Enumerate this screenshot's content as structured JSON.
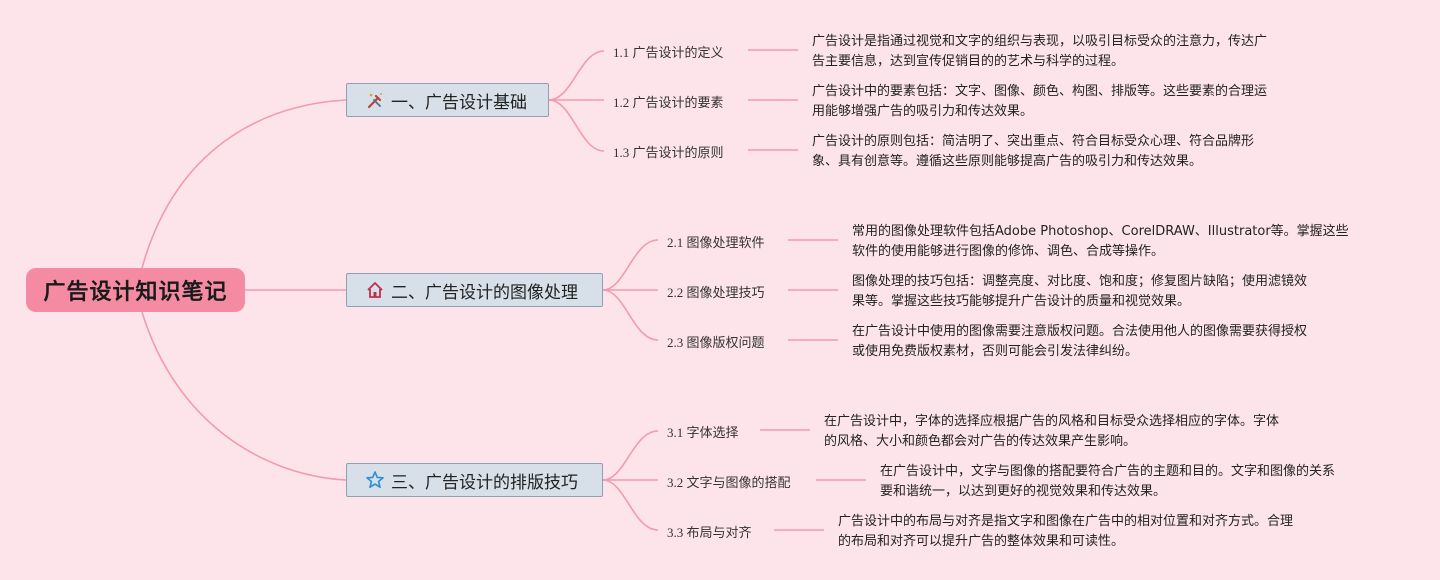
{
  "root": {
    "title": "广告设计知识笔记"
  },
  "branches": [
    {
      "title": "一、广告设计基础",
      "icon": "tools-icon",
      "subs": [
        {
          "label": "1.1 广告设计的定义",
          "desc": [
            "广告设计是指通过视觉和文字的组织与表现，以吸引目标受众的注意力，传达广",
            "告主要信息，达到宣传促销目的的艺术与科学的过程。"
          ]
        },
        {
          "label": "1.2 广告设计的要素",
          "desc": [
            "广告设计中的要素包括：文字、图像、颜色、构图、排版等。这些要素的合理运",
            "用能够增强广告的吸引力和传达效果。"
          ]
        },
        {
          "label": "1.3 广告设计的原则",
          "desc": [
            "广告设计的原则包括：简洁明了、突出重点、符合目标受众心理、符合品牌形",
            "象、具有创意等。遵循这些原则能够提高广告的吸引力和传达效果。"
          ]
        }
      ]
    },
    {
      "title": "二、广告设计的图像处理",
      "icon": "home-icon",
      "subs": [
        {
          "label": "2.1 图像处理软件",
          "desc": [
            "常用的图像处理软件包括Adobe Photoshop、CorelDRAW、Illustrator等。掌握这些",
            "软件的使用能够进行图像的修饰、调色、合成等操作。"
          ]
        },
        {
          "label": "2.2 图像处理技巧",
          "desc": [
            "图像处理的技巧包括：调整亮度、对比度、饱和度；修复图片缺陷；使用滤镜效",
            "果等。掌握这些技巧能够提升广告设计的质量和视觉效果。"
          ]
        },
        {
          "label": "2.3 图像版权问题",
          "desc": [
            "在广告设计中使用的图像需要注意版权问题。合法使用他人的图像需要获得授权",
            "或使用免费版权素材，否则可能会引发法律纠纷。"
          ]
        }
      ]
    },
    {
      "title": "三、广告设计的排版技巧",
      "icon": "star-icon",
      "subs": [
        {
          "label": "3.1 字体选择",
          "desc": [
            "在广告设计中，字体的选择应根据广告的风格和目标受众选择相应的字体。字体",
            "的风格、大小和颜色都会对广告的传达效果产生影响。"
          ]
        },
        {
          "label": "3.2 文字与图像的搭配",
          "desc": [
            "在广告设计中，文字与图像的搭配要符合广告的主题和目的。文字和图像的关系",
            "要和谐统一，以达到更好的视觉效果和传达效果。"
          ]
        },
        {
          "label": "3.3 布局与对齐",
          "desc": [
            "广告设计中的布局与对齐是指文字和图像在广告中的相对位置和对齐方式。合理",
            "的布局和对齐可以提升广告的整体效果和可读性。"
          ]
        }
      ]
    }
  ],
  "colors": {
    "background": "#fde4ea",
    "root_fill": "#f58ba3",
    "branch_fill": "#d7dfe8",
    "branch_border": "#8fa0b3",
    "connector": "#f19ab0"
  }
}
